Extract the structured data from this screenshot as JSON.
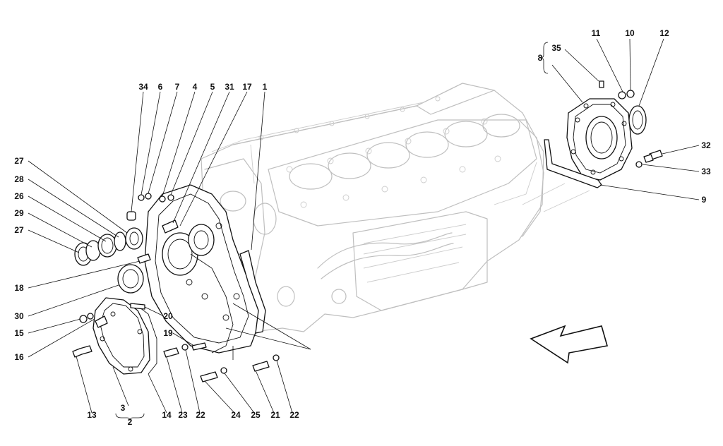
{
  "callouts": {
    "c1": "1",
    "c2": "2",
    "c3": "3",
    "c4": "4",
    "c5": "5",
    "c6": "6",
    "c7": "7",
    "c8": "8",
    "c9": "9",
    "c10": "10",
    "c11": "11",
    "c12": "12",
    "c13": "13",
    "c14": "14",
    "c15": "15",
    "c16": "16",
    "c17": "17",
    "c18": "18",
    "c19": "19",
    "c20": "20",
    "c21": "21",
    "c22a": "22",
    "c22b": "22",
    "c23": "23",
    "c24": "24",
    "c25": "25",
    "c26": "26",
    "c27a": "27",
    "c27b": "27",
    "c28": "28",
    "c29": "29",
    "c30": "30",
    "c31": "31",
    "c32": "32",
    "c33": "33",
    "c34": "34",
    "c35": "35"
  }
}
